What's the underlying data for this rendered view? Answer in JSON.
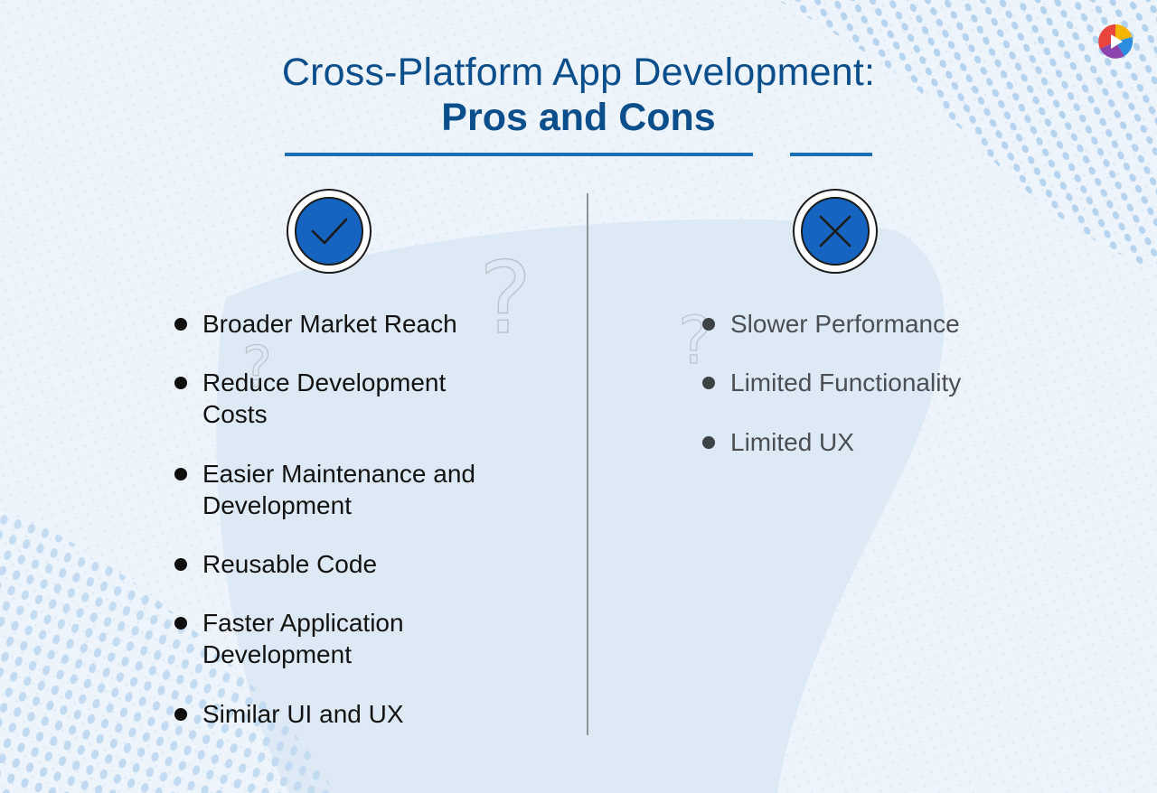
{
  "title": {
    "line1": "Cross-Platform App Development:",
    "line2": "Pros and Cons"
  },
  "icons": {
    "logo": "play-logo-icon",
    "pros": "checkmark-icon",
    "cons": "x-mark-icon",
    "decor": "question-mark-icon"
  },
  "colors": {
    "title": "#0a4e8c",
    "accent": "#1565c0",
    "background": "#eef4fb",
    "blob": "#dde9f4"
  },
  "pros": {
    "items": [
      {
        "label": "Broader Market Reach"
      },
      {
        "label": "Reduce Development Costs"
      },
      {
        "label": "Easier Maintenance and Development"
      },
      {
        "label": "Reusable Code"
      },
      {
        "label": "Faster Application Development"
      },
      {
        "label": "Similar UI and UX"
      }
    ]
  },
  "cons": {
    "items": [
      {
        "label": "Slower Performance"
      },
      {
        "label": "Limited Functionality"
      },
      {
        "label": "Limited UX"
      }
    ]
  }
}
